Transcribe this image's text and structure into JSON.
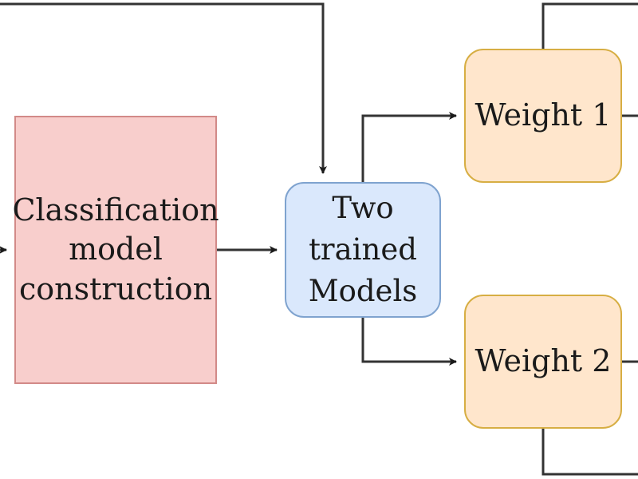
{
  "diagram": {
    "nodes": {
      "classification": {
        "label": "Classification\nmodel\nconstruction",
        "fill": "#f8cecc",
        "stroke": "#d28a88"
      },
      "trained_models": {
        "label": "Two\ntrained\nModels",
        "fill": "#dae8fc",
        "stroke": "#7fa3cf"
      },
      "weight_1": {
        "label": "Weight 1",
        "fill": "#ffe6cc",
        "stroke": "#d7ae43"
      },
      "weight_2": {
        "label": "Weight 2",
        "fill": "#ffe6cc",
        "stroke": "#d7ae43"
      }
    },
    "edge_color": "#1a1a1a",
    "line_color": "#333333"
  }
}
